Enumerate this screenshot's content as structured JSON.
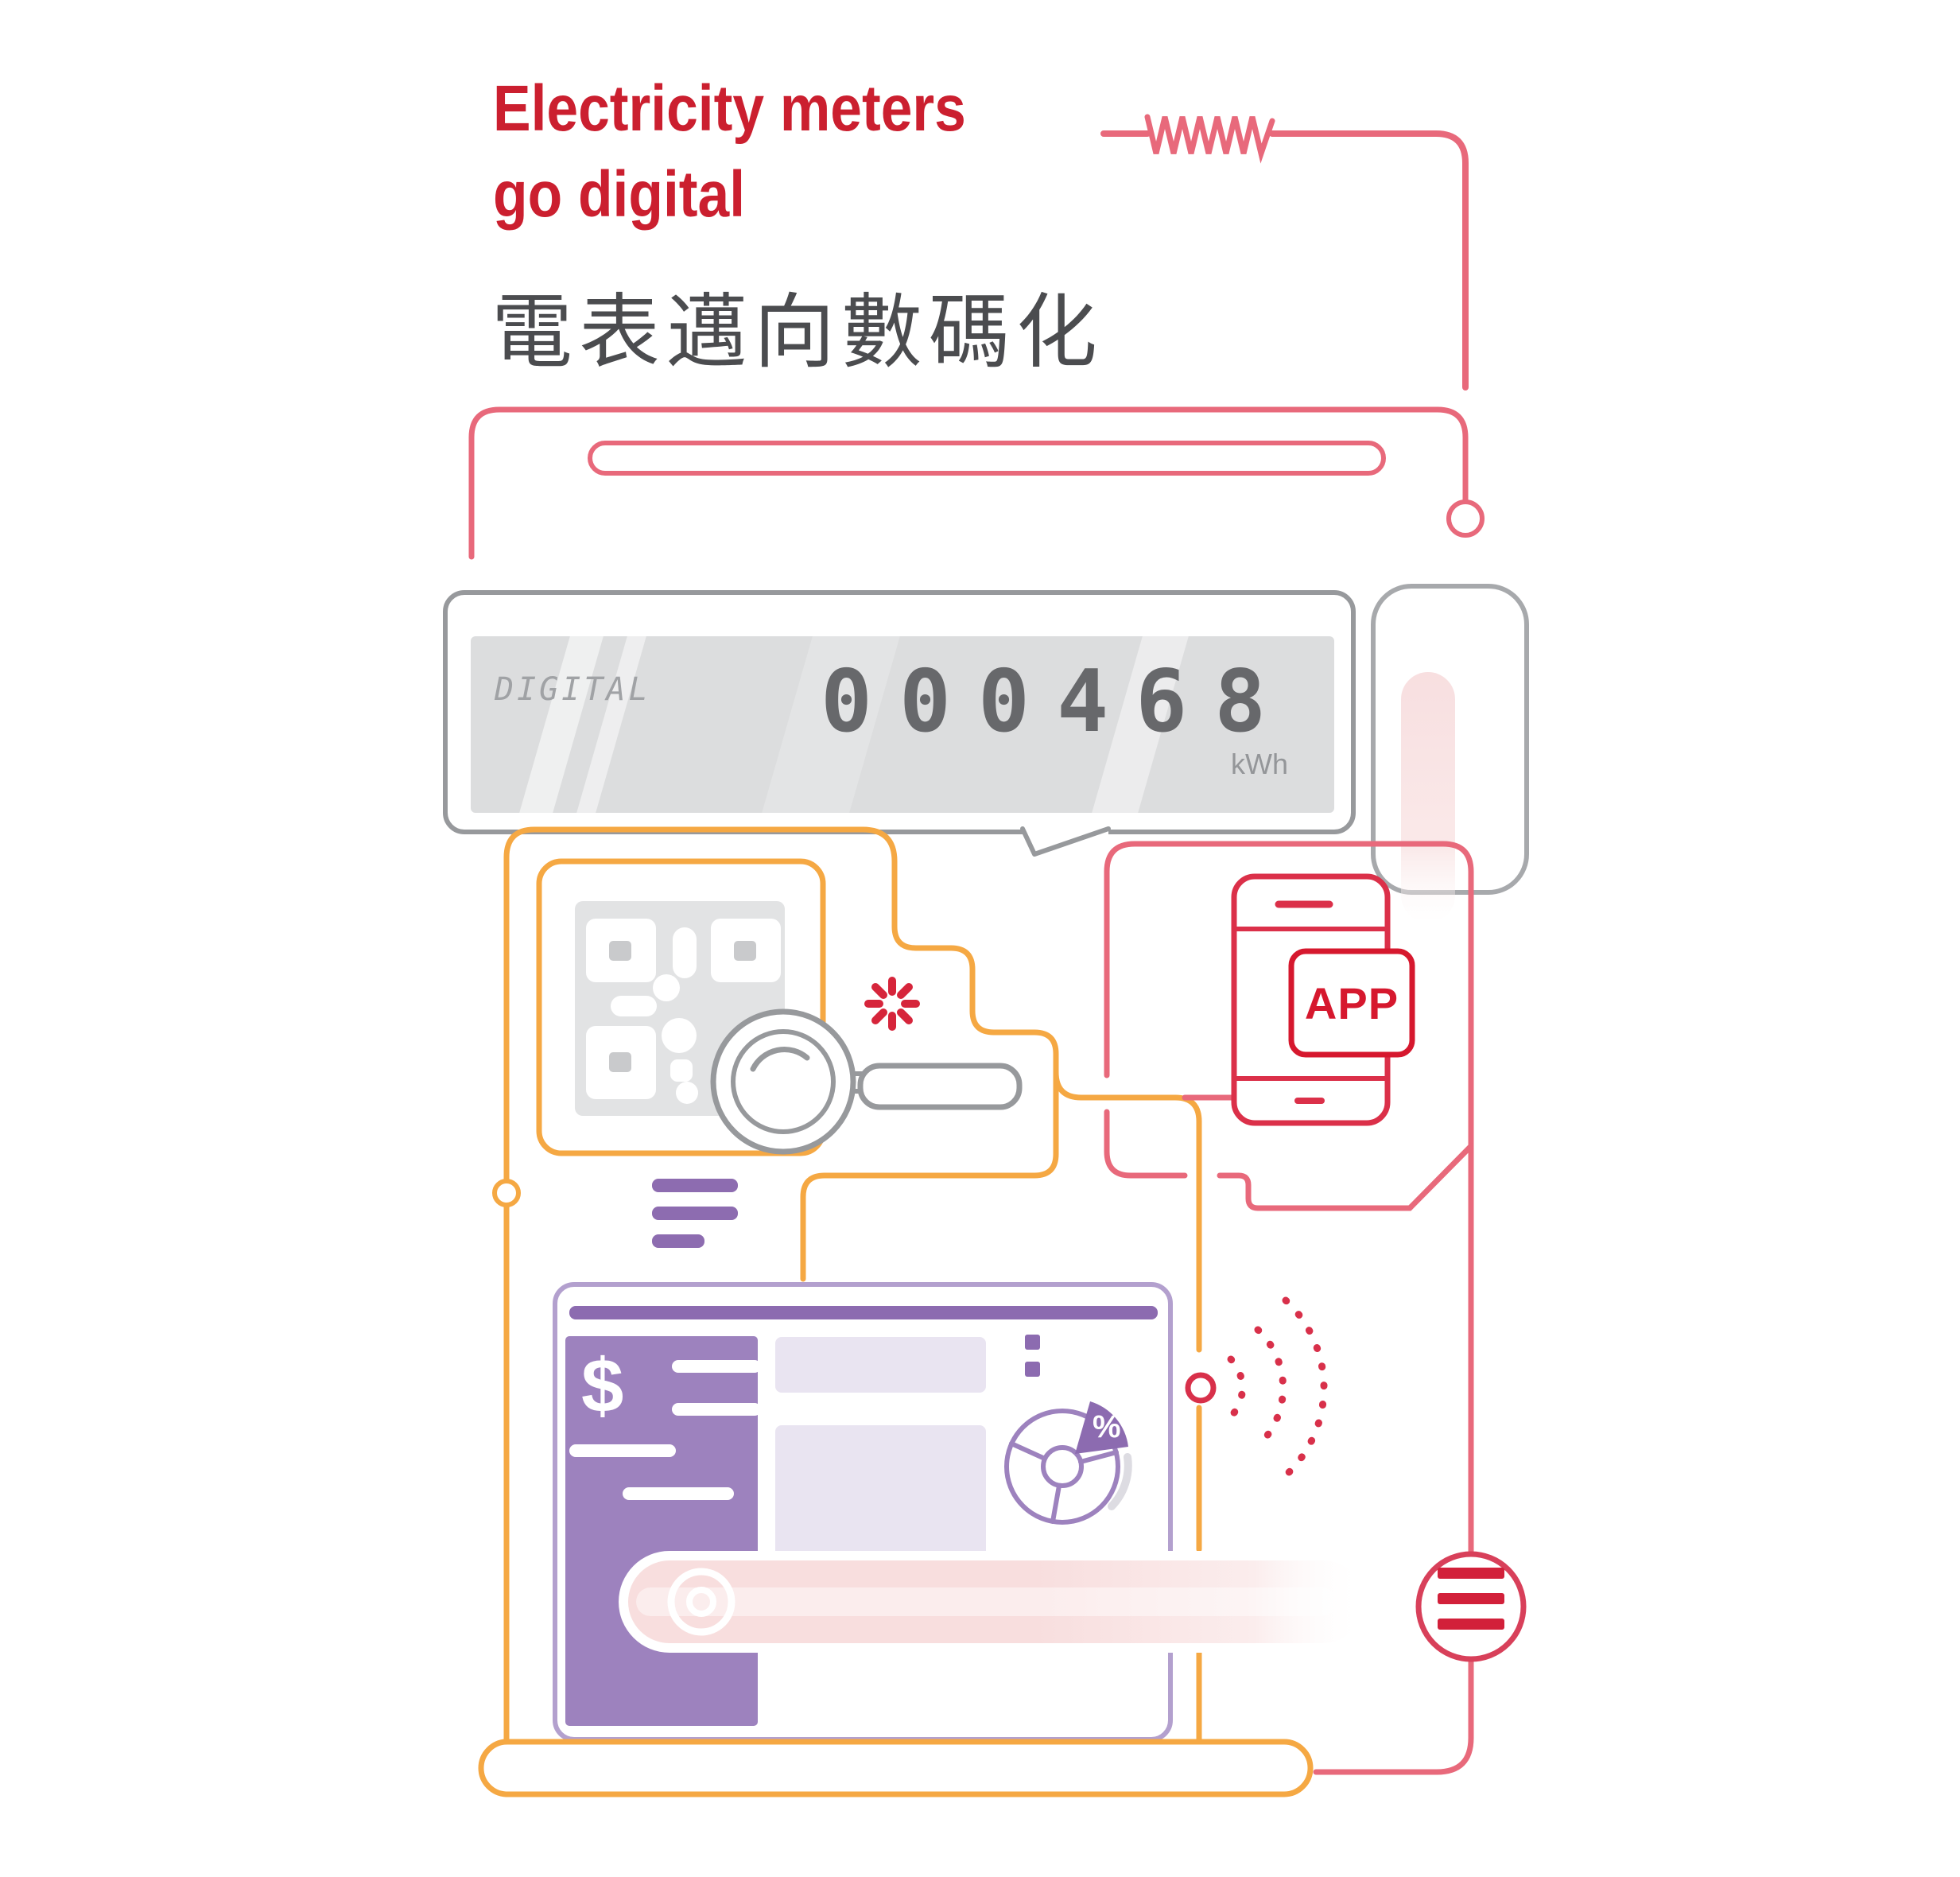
{
  "header": {
    "title_line1": "Electricity meters",
    "title_line2": "go digital",
    "subtitle_zh": "電表邁向數碼化"
  },
  "meter": {
    "brand_label": "DIGITAL",
    "reading": "000468",
    "unit": "kWh"
  },
  "phone": {
    "app_label": "APP"
  },
  "bill": {
    "currency_symbol": "$",
    "pie_percent_label": "%"
  },
  "icons": [
    "inductor-coil-icon",
    "digital-meter-icon",
    "qr-code-icon",
    "magnifier-icon",
    "loading-spinner-icon",
    "smartphone-icon",
    "app-badge-icon",
    "bill-invoice-icon",
    "pie-chart-icon",
    "wifi-signal-icon",
    "hamburger-menu-icon",
    "progress-bar-icon"
  ],
  "colors": {
    "title_red": "#CB1F2F",
    "line_rose": "#E8697B",
    "icon_red": "#D6253B",
    "orange": "#F5A843",
    "gray_line": "#97999C",
    "lcd_gray": "#DCDDDE",
    "purple_dark": "#8C6BB0",
    "purple_panel": "#9D82BE",
    "purple_border": "#B3A0CE",
    "lavender": "#E9E4F1",
    "pink": "#F8DEDE"
  }
}
